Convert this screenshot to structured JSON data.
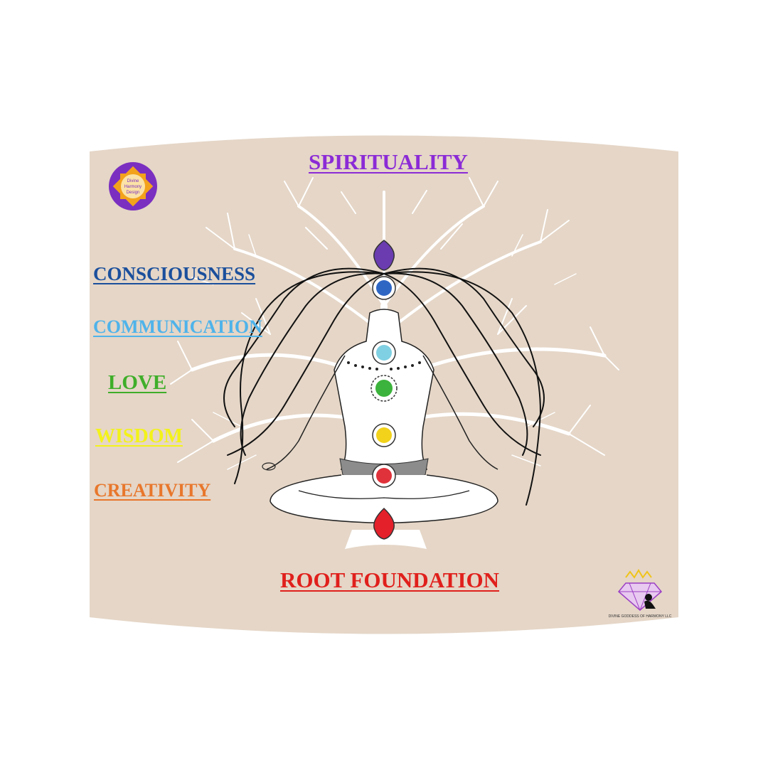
{
  "labels": {
    "spirituality": "SPIRITUALITY",
    "consciousness": "CONSCIOUSNESS",
    "communication": "COMMUNICATION",
    "love": "LOVE",
    "wisdom": "WISDOM",
    "creativity": "CREATIVITY",
    "root": "ROOT FOUNDATION"
  },
  "logos": {
    "top_left": [
      "Divine",
      "Harmony",
      "Design"
    ],
    "bottom_right": "DIVINE GODDESS OF HARMONY LLC"
  },
  "colors": {
    "background": "#e5d6c7",
    "spirituality": "#8b2bd6",
    "consciousness": "#1b4f9c",
    "communication": "#4fb3ea",
    "love": "#3fae2a",
    "wisdom": "#f3f21a",
    "creativity": "#e8772c",
    "root": "#e0201c"
  },
  "chakras": [
    {
      "name": "crown-chakra",
      "color": "#6a3cb0",
      "shape": "drop"
    },
    {
      "name": "third-eye-chakra",
      "color": "#2e66c4",
      "shape": "circle"
    },
    {
      "name": "throat-chakra",
      "color": "#7fd0e2",
      "shape": "circle"
    },
    {
      "name": "heart-chakra",
      "color": "#3cb33c",
      "shape": "circle"
    },
    {
      "name": "solar-plexus-chakra",
      "color": "#f2d21a",
      "shape": "circle"
    },
    {
      "name": "sacral-chakra",
      "color": "#e0323b",
      "shape": "circle"
    },
    {
      "name": "root-chakra",
      "color": "#e4202a",
      "shape": "drop"
    }
  ]
}
